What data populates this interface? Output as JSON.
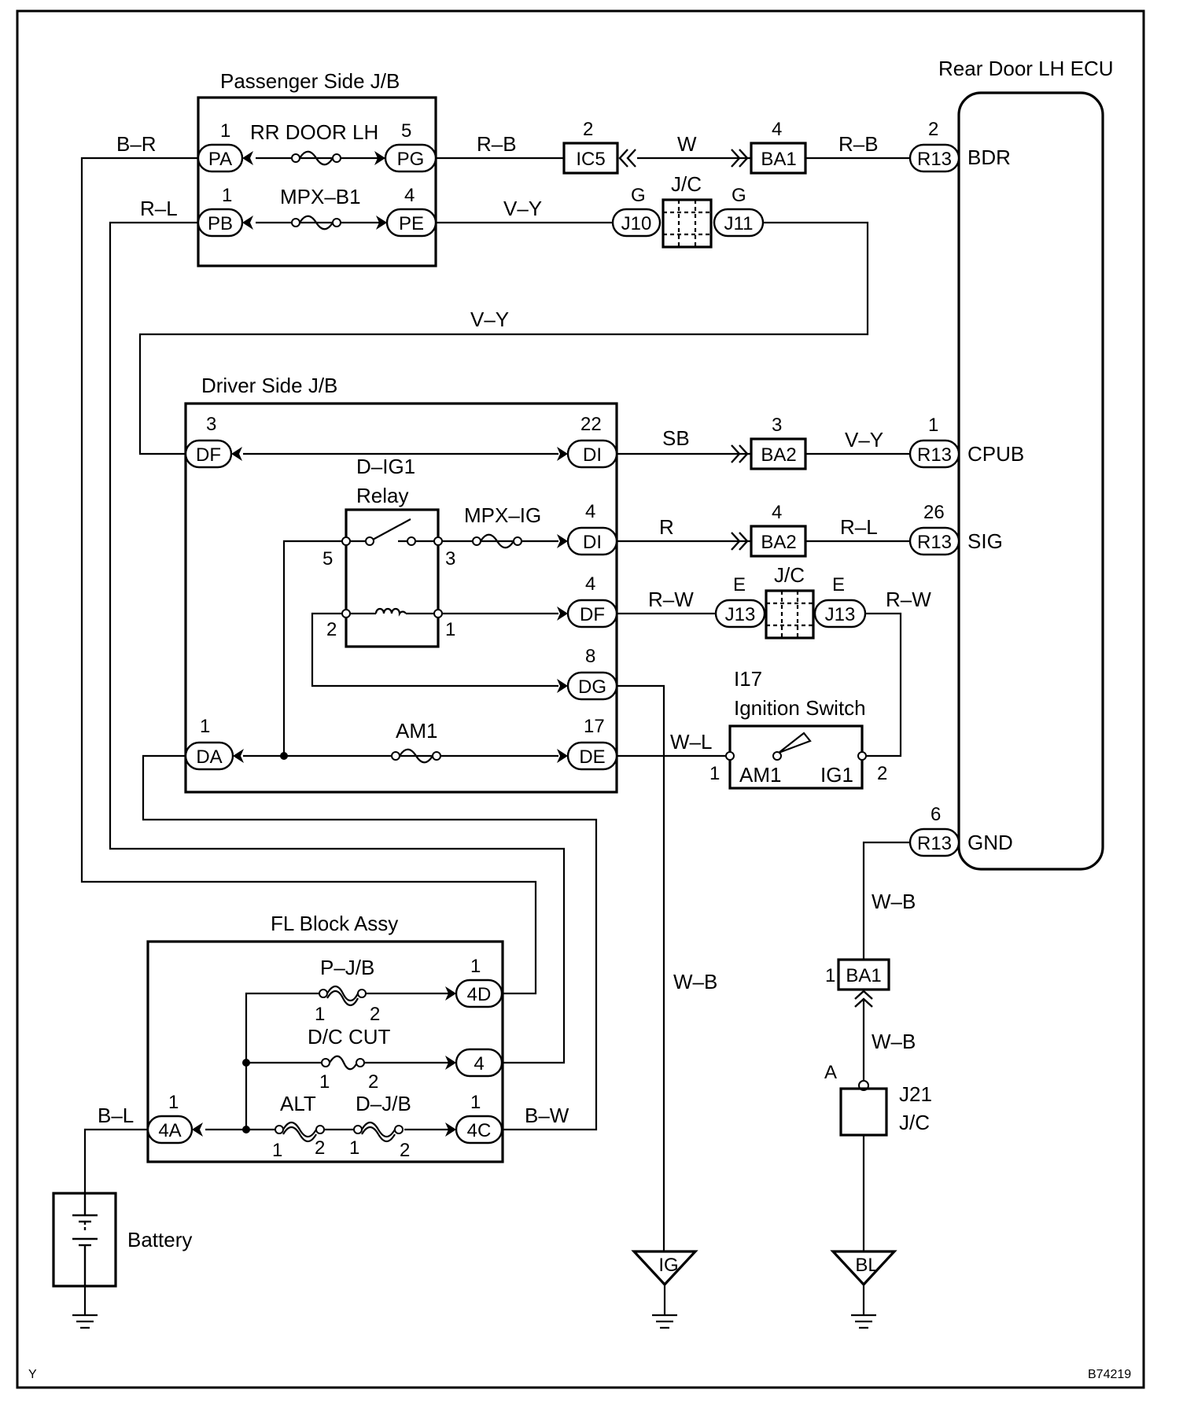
{
  "diagram": {
    "corner_tag": "Y",
    "figure_id": "B74219",
    "components": {
      "passenger_jb": "Passenger Side J/B",
      "driver_jb": "Driver Side J/B",
      "rear_door_ecu": "Rear Door LH ECU",
      "fl_block": "FL Block Assy",
      "relay_name": "D–IG1",
      "relay_word": "Relay",
      "ign_id": "I17",
      "ign_name": "Ignition Switch",
      "ign_am1": "AM1",
      "ign_ig1": "IG1",
      "battery": "Battery",
      "jc": "J/C",
      "j21": "J21"
    },
    "fuses": {
      "rr_door_lh": "RR DOOR LH",
      "mpx_b1": "MPX–B1",
      "mpx_ig": "MPX–IG",
      "am1": "AM1",
      "p_jb": "P–J/B",
      "dc_cut": "D/C CUT",
      "alt": "ALT",
      "d_jb": "D–J/B"
    },
    "connectors": {
      "PA": "PA",
      "PB": "PB",
      "PG": "PG",
      "PE": "PE",
      "IC5": "IC5",
      "BA1": "BA1",
      "BA2": "BA2",
      "J10": "J10",
      "J11": "J11",
      "J13": "J13",
      "R13": "R13",
      "DF": "DF",
      "DI": "DI",
      "DG": "DG",
      "DA": "DA",
      "DE": "DE",
      "4A": "4A",
      "4D": "4D",
      "4": "4",
      "4C": "4C",
      "IG": "IG",
      "BL": "BL"
    },
    "terminals": {
      "bdr": "BDR",
      "cpub": "CPUB",
      "sig": "SIG",
      "gnd": "GND"
    },
    "wires": {
      "b_r": "B–R",
      "r_l": "R–L",
      "r_b": "R–B",
      "w": "W",
      "v_y": "V–Y",
      "sb": "SB",
      "r": "R",
      "r_w": "R–W",
      "w_l": "W–L",
      "w_b": "W–B",
      "b_l": "B–L",
      "b_w": "B–W"
    },
    "pins": {
      "n1": "1",
      "n2": "2",
      "n3": "3",
      "n4": "4",
      "n5": "5",
      "n6": "6",
      "n8": "8",
      "n17": "17",
      "n22": "22",
      "n26": "26",
      "g": "G",
      "e": "E",
      "a": "A"
    }
  }
}
